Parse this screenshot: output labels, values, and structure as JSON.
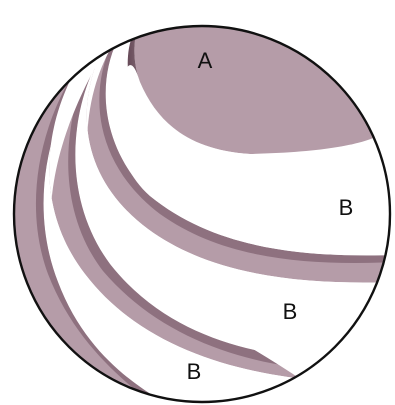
{
  "diagram": {
    "labels": {
      "a": "A",
      "b_top": "B",
      "b_middle": "B",
      "b_bottom": "B"
    },
    "colors": {
      "band_fill": "#b59ca8",
      "band_shadow": "#6d4f5d",
      "gap_fill": "#ffffff",
      "outline": "#111111",
      "label": "#111111"
    }
  }
}
